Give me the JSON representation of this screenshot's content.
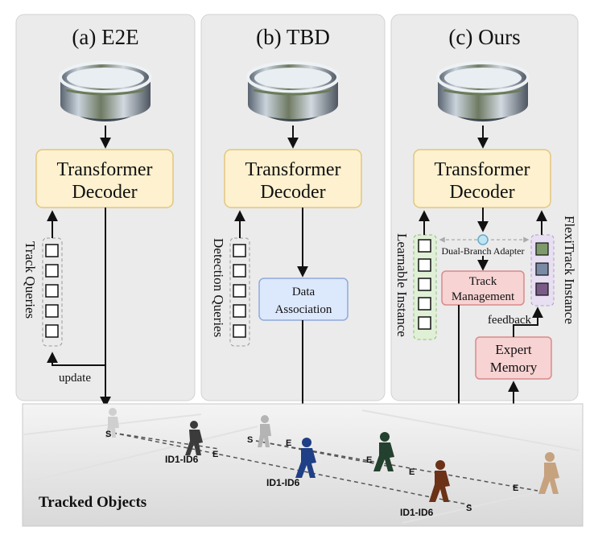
{
  "panels": [
    {
      "title": "(a) E2E",
      "decoder_line1": "Transformer",
      "decoder_line2": "Decoder",
      "queries_label": "Track Queries",
      "update_label": "update"
    },
    {
      "title": "(b) TBD",
      "decoder_line1": "Transformer",
      "decoder_line2": "Decoder",
      "queries_label": "Detection Queries",
      "assoc_line1": "Data",
      "assoc_line2": "Association"
    },
    {
      "title": "(c) Ours",
      "decoder_line1": "Transformer",
      "decoder_line2": "Decoder",
      "learnable_label": "Learnable Instance",
      "flexitrack_label": "FlexiTrack Instance",
      "adapter_label": "Dual-Branch Adapter",
      "track_mgmt_line1": "Track",
      "track_mgmt_line2": "Management",
      "feedback_label": "feedback",
      "expert_line1": "Expert",
      "expert_line2": "Memory"
    }
  ],
  "scene": {
    "label": "Tracked Objects",
    "id_labels": [
      "ID1-ID6",
      "ID1-ID6",
      "ID1-ID6"
    ],
    "start_marker": "S",
    "end_marker": "E"
  },
  "colors": {
    "panel_bg": "#ebebeb",
    "decoder_fill": "#fdf1cf",
    "decoder_stroke": "#e3c67e",
    "assoc_fill": "#dce8fb",
    "assoc_stroke": "#8fa9dc",
    "pink_fill": "#f7d3d3",
    "pink_stroke": "#d98a8a",
    "green_fill": "#dff0d6",
    "green_stroke": "#8cc07a",
    "purple_fill": "#e8dff3",
    "purple_stroke": "#b29bd0",
    "flexi_cell1": "#7e9a6a",
    "flexi_cell2": "#7b8aa4",
    "flexi_cell3": "#7a5a86"
  }
}
